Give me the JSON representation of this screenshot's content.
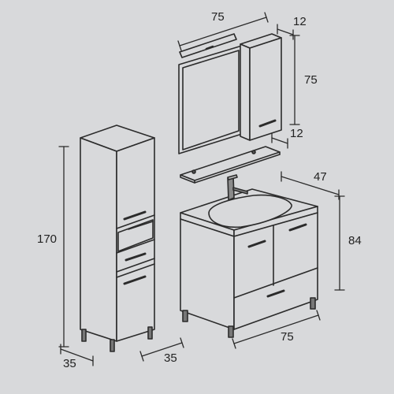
{
  "dimensions": {
    "mirror_width": "75",
    "mirror_cabinet_depth": "12",
    "mirror_height": "75",
    "shelf_depth": "12",
    "vanity_depth": "47",
    "vanity_height": "84",
    "vanity_width": "75",
    "tall_cabinet_height": "170",
    "tall_cabinet_depth": "35",
    "tall_cabinet_width": "35"
  },
  "colors": {
    "background": "#d8d9db",
    "line": "#2b2b2b",
    "panel": "#d8d9db"
  }
}
